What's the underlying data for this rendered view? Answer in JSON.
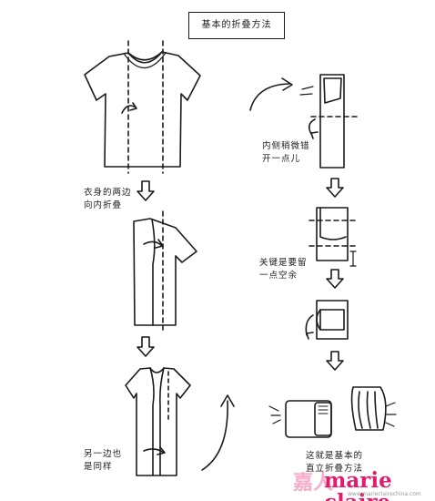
{
  "title": "基本的折叠方法",
  "steps": {
    "left_1": [
      "衣身的两边",
      "向内折叠"
    ],
    "left_2": [
      "另一边也",
      "是同样"
    ],
    "right_1": [
      "内侧稍微错",
      "开一点儿"
    ],
    "right_2": [
      "关键是要留",
      "一点空余"
    ],
    "right_3": [
      "这就是基本的",
      "直立折叠方法"
    ]
  },
  "watermark": {
    "brand": "marie claire",
    "chinese": "嘉人",
    "url": "www.marieclairechina.com",
    "color": "#e31b6d"
  }
}
